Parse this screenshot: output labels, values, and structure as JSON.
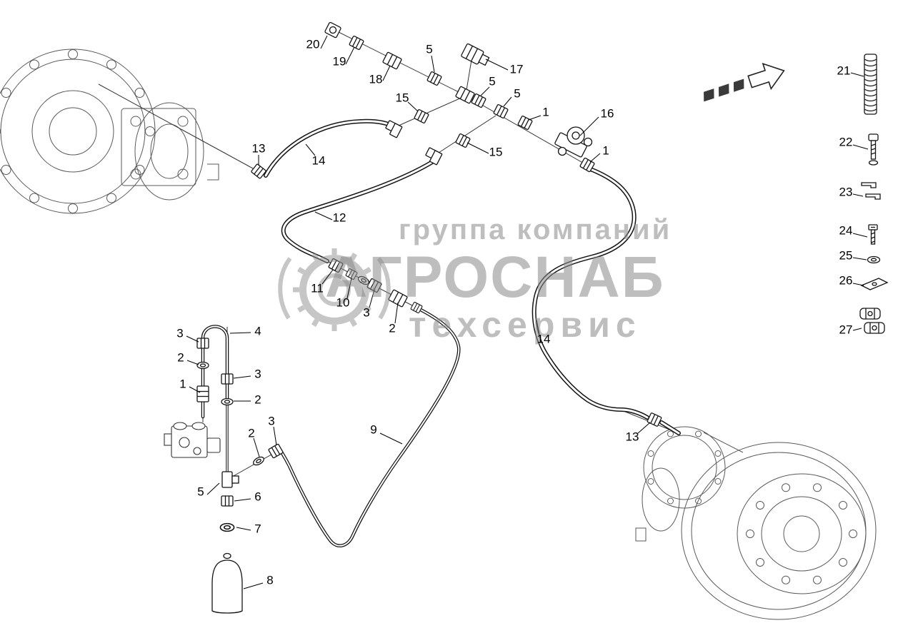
{
  "watermark": {
    "line1": "группа компаний",
    "line2": "АГРОСНАБ",
    "line3": "техсервис"
  },
  "callouts": [
    {
      "label": "20"
    },
    {
      "label": "19"
    },
    {
      "label": "18"
    },
    {
      "label": "5"
    },
    {
      "label": "17"
    },
    {
      "label": "5"
    },
    {
      "label": "15"
    },
    {
      "label": "5"
    },
    {
      "label": "1"
    },
    {
      "label": "16"
    },
    {
      "label": "13"
    },
    {
      "label": "14"
    },
    {
      "label": "15"
    },
    {
      "label": "1"
    },
    {
      "label": "12"
    },
    {
      "label": "11"
    },
    {
      "label": "10"
    },
    {
      "label": "3"
    },
    {
      "label": "2"
    },
    {
      "label": "14"
    },
    {
      "label": "3"
    },
    {
      "label": "4"
    },
    {
      "label": "2"
    },
    {
      "label": "1"
    },
    {
      "label": "3"
    },
    {
      "label": "2"
    },
    {
      "label": "2"
    },
    {
      "label": "3"
    },
    {
      "label": "5"
    },
    {
      "label": "6"
    },
    {
      "label": "7"
    },
    {
      "label": "8"
    },
    {
      "label": "9"
    },
    {
      "label": "13"
    },
    {
      "label": "21"
    },
    {
      "label": "22"
    },
    {
      "label": "23"
    },
    {
      "label": "24"
    },
    {
      "label": "25"
    },
    {
      "label": "26"
    },
    {
      "label": "27"
    }
  ]
}
